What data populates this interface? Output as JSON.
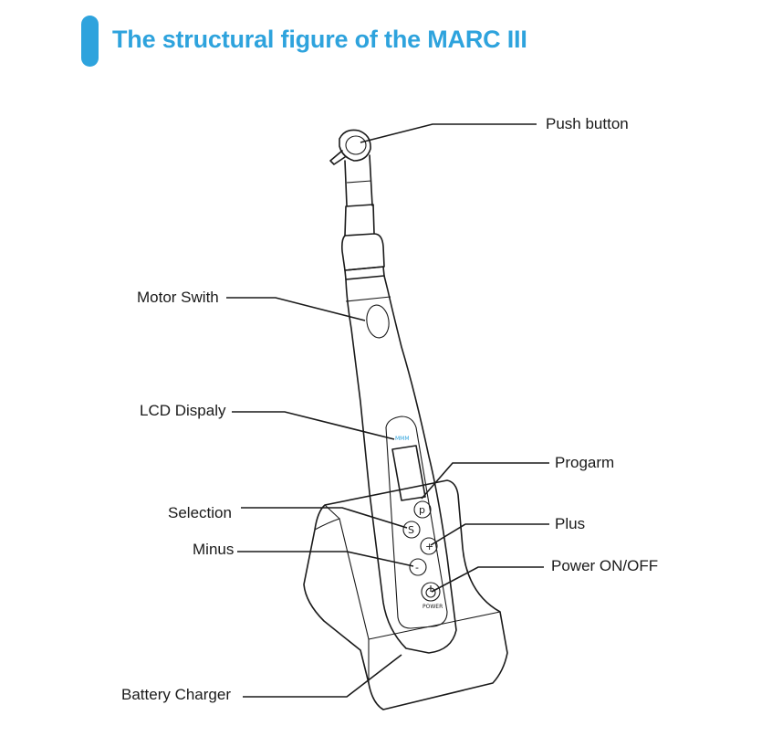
{
  "title": "The structural figure of the MARC III",
  "accent_color": "#2ea3dd",
  "labels": {
    "push_button": "Push button",
    "motor_switch": "Motor Swith",
    "lcd_display": "LCD Dispaly",
    "program": "Progarm",
    "selection": "Selection",
    "plus": "Plus",
    "minus": "Minus",
    "power": "Power ON/OFF",
    "battery_charger": "Battery Charger"
  },
  "buttons": {
    "p": "p",
    "s": "S",
    "plus": "+",
    "minus": "-",
    "power_caption": "POWER"
  }
}
